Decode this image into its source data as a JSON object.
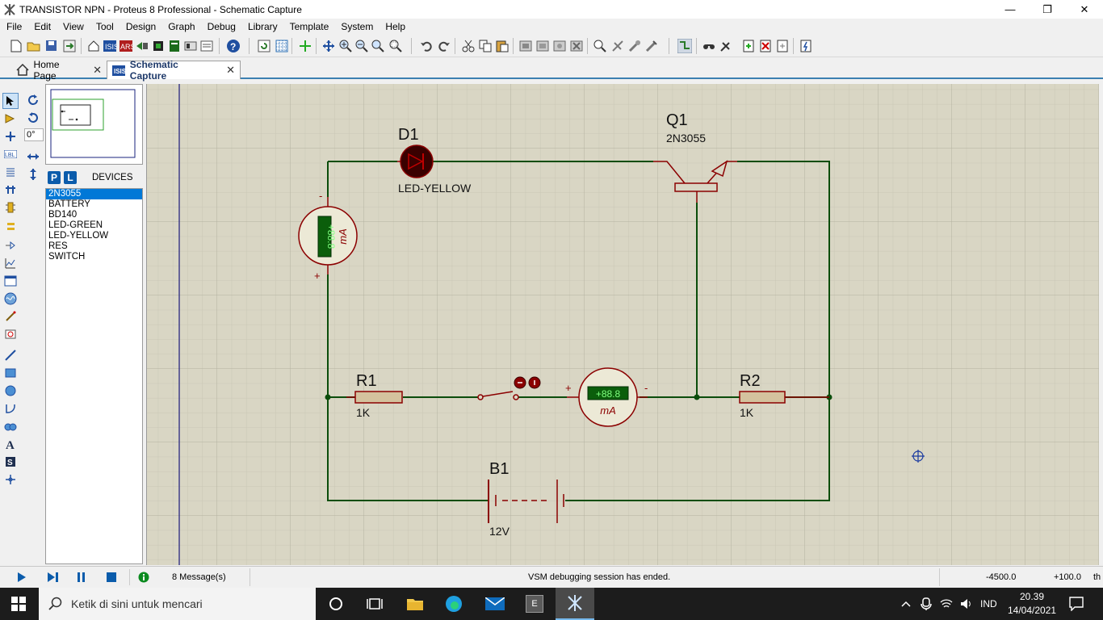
{
  "window": {
    "title": "TRANSISTOR NPN - Proteus 8 Professional - Schematic Capture"
  },
  "menu": [
    "File",
    "Edit",
    "View",
    "Tool",
    "Design",
    "Graph",
    "Debug",
    "Library",
    "Template",
    "System",
    "Help"
  ],
  "tabs": [
    {
      "label": "Home Page",
      "active": false
    },
    {
      "label": "Schematic Capture",
      "active": true
    }
  ],
  "rotation": {
    "angle": "0°"
  },
  "devices": {
    "header": "DEVICES",
    "p_button": "P",
    "l_button": "L",
    "items": [
      "2N3055",
      "BATTERY",
      "BD140",
      "LED-GREEN",
      "LED-YELLOW",
      "RES",
      "SWITCH"
    ],
    "selected": 0
  },
  "schematic": {
    "d1": {
      "ref": "D1",
      "value": "LED-YELLOW"
    },
    "q1": {
      "ref": "Q1",
      "value": "2N3055"
    },
    "r1": {
      "ref": "R1",
      "value": "1K"
    },
    "r2": {
      "ref": "R2",
      "value": "1K"
    },
    "b1": {
      "ref": "B1",
      "value": "12V"
    },
    "meter1": {
      "display": "+88.8",
      "unit": "mA",
      "minus": "-",
      "plus": "+"
    },
    "meter2": {
      "display": "+88.8",
      "unit": "mA",
      "minus": "-",
      "plus": "+"
    }
  },
  "status": {
    "messages": "8 Message(s)",
    "text": "VSM debugging session has ended.",
    "coord_x": "-4500.0",
    "coord_y": "+100.0",
    "unit": "th"
  },
  "taskbar": {
    "search_placeholder": "Ketik di sini untuk mencari",
    "lang": "IND",
    "time": "20.39",
    "date": "14/04/2021",
    "app_label": "E"
  },
  "colors": {
    "canvas_bg": "#d9d6c4",
    "grid": "#c3c0ae",
    "wire": "#0b4d0b",
    "component": "#8b0000",
    "accent": "#0078d7"
  }
}
